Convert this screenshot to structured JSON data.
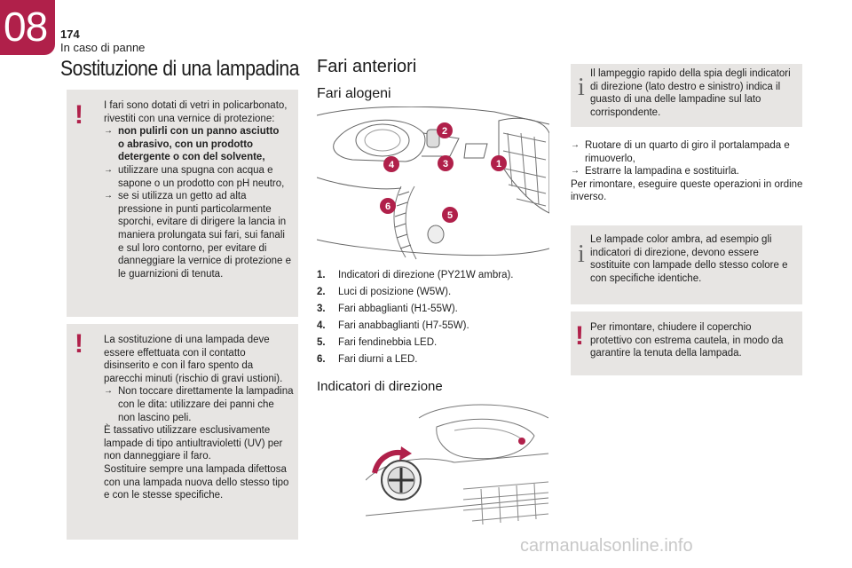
{
  "header": {
    "chapter": "08",
    "page_number": "174",
    "section": "In caso di panne"
  },
  "title": "Sostituzione di una lampadina",
  "warning1": {
    "intro": "I fari sono dotati di vetri in policarbonato, rivestiti con una vernice di protezione:",
    "bullet1_line1": "non pulirli con un panno asciutto",
    "bullet1_line2": "o abrasivo, con un prodotto detergente o con del solvente,",
    "bullet2": "utilizzare una spugna con acqua e sapone o un prodotto con pH neutro,",
    "bullet3": "se si utilizza un getto ad alta pressione in punti particolarmente sporchi, evitare di dirigere la lancia in maniera prolungata sui fari, sui fanali e sul loro contorno, per evitare di danneggiare la vernice di protezione e le guarnizioni di tenuta."
  },
  "warning2": {
    "intro": "La sostituzione di una lampada deve essere effettuata con il contatto disinserito e con il faro spento da parecchi minuti (rischio di gravi ustioni).",
    "bullet1": "Non toccare direttamente la lampadina con le dita: utilizzare dei panni che non lascino peli.",
    "text2": "È tassativo utilizzare esclusivamente lampade di tipo antiultravioletti (UV) per non danneggiare il faro.",
    "text3": "Sostituire sempre una lampada difettosa con una lampada nuova dello stesso tipo e con le stesse specifiche."
  },
  "front": {
    "heading": "Fari anteriori",
    "subheading": "Fari alogeni",
    "callouts": [
      "1",
      "2",
      "3",
      "4",
      "5",
      "6"
    ],
    "items": [
      {
        "n": "1.",
        "text": "Indicatori di direzione (PY21W ambra)."
      },
      {
        "n": "2.",
        "text": "Luci di posizione (W5W)."
      },
      {
        "n": "3.",
        "text": "Fari abbaglianti (H1-55W)."
      },
      {
        "n": "4.",
        "text": "Fari anabbaglianti (H7-55W)."
      },
      {
        "n": "5.",
        "text": "Fari fendinebbia LED."
      },
      {
        "n": "6.",
        "text": "Fari diurni a LED."
      }
    ],
    "indicators_heading": "Indicatori di direzione"
  },
  "info1": {
    "text": "Il lampeggio rapido della spia degli indicatori di direzione (lato destro e sinistro) indica il guasto di una delle lampadine sul lato corrispondente."
  },
  "steps": {
    "bullet1": "Ruotare di un quarto di giro il portalampada e rimuoverlo,",
    "bullet2": "Estrarre la lampadina e sostituirla.",
    "text": "Per rimontare, eseguire queste operazioni in ordine inverso."
  },
  "info2": {
    "text": "Le lampade color ambra, ad esempio gli indicatori di direzione, devono essere sostituite con lampade dello stesso colore e con specifiche identiche."
  },
  "warning3": {
    "text": "Per rimontare, chiudere il coperchio protettivo con estrema cautela, in modo da garantire la tenuta della lampada."
  },
  "watermark": "carmanualsonline.info",
  "colors": {
    "accent": "#b0204a",
    "box_bg": "#e7e5e3"
  }
}
